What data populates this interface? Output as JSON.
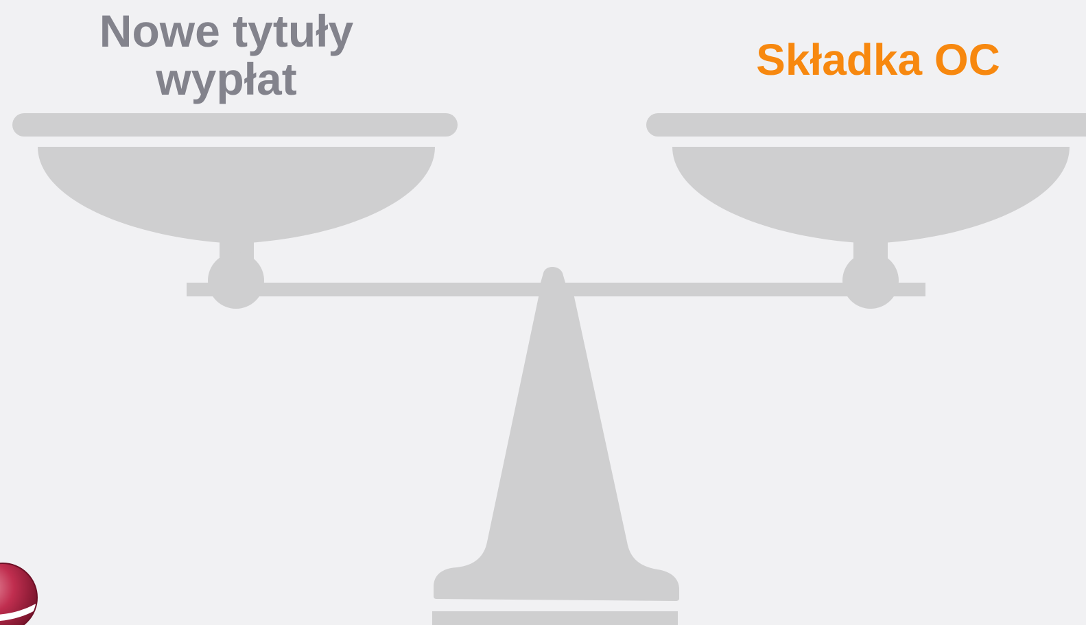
{
  "left_pan_label": {
    "line1": "Nowe tytuły",
    "line2": "wypłat"
  },
  "right_pan_label": "Składka OC",
  "colors": {
    "background": "#f1f1f3",
    "scale": "#cfcfd0",
    "left_label": "#83838c",
    "right_label": "#f7880f",
    "logo_primary": "#b0203f",
    "logo_dark": "#6d1026"
  },
  "icons": {
    "scale": "balance-scale-icon",
    "logo": "logo-sphere-icon"
  }
}
